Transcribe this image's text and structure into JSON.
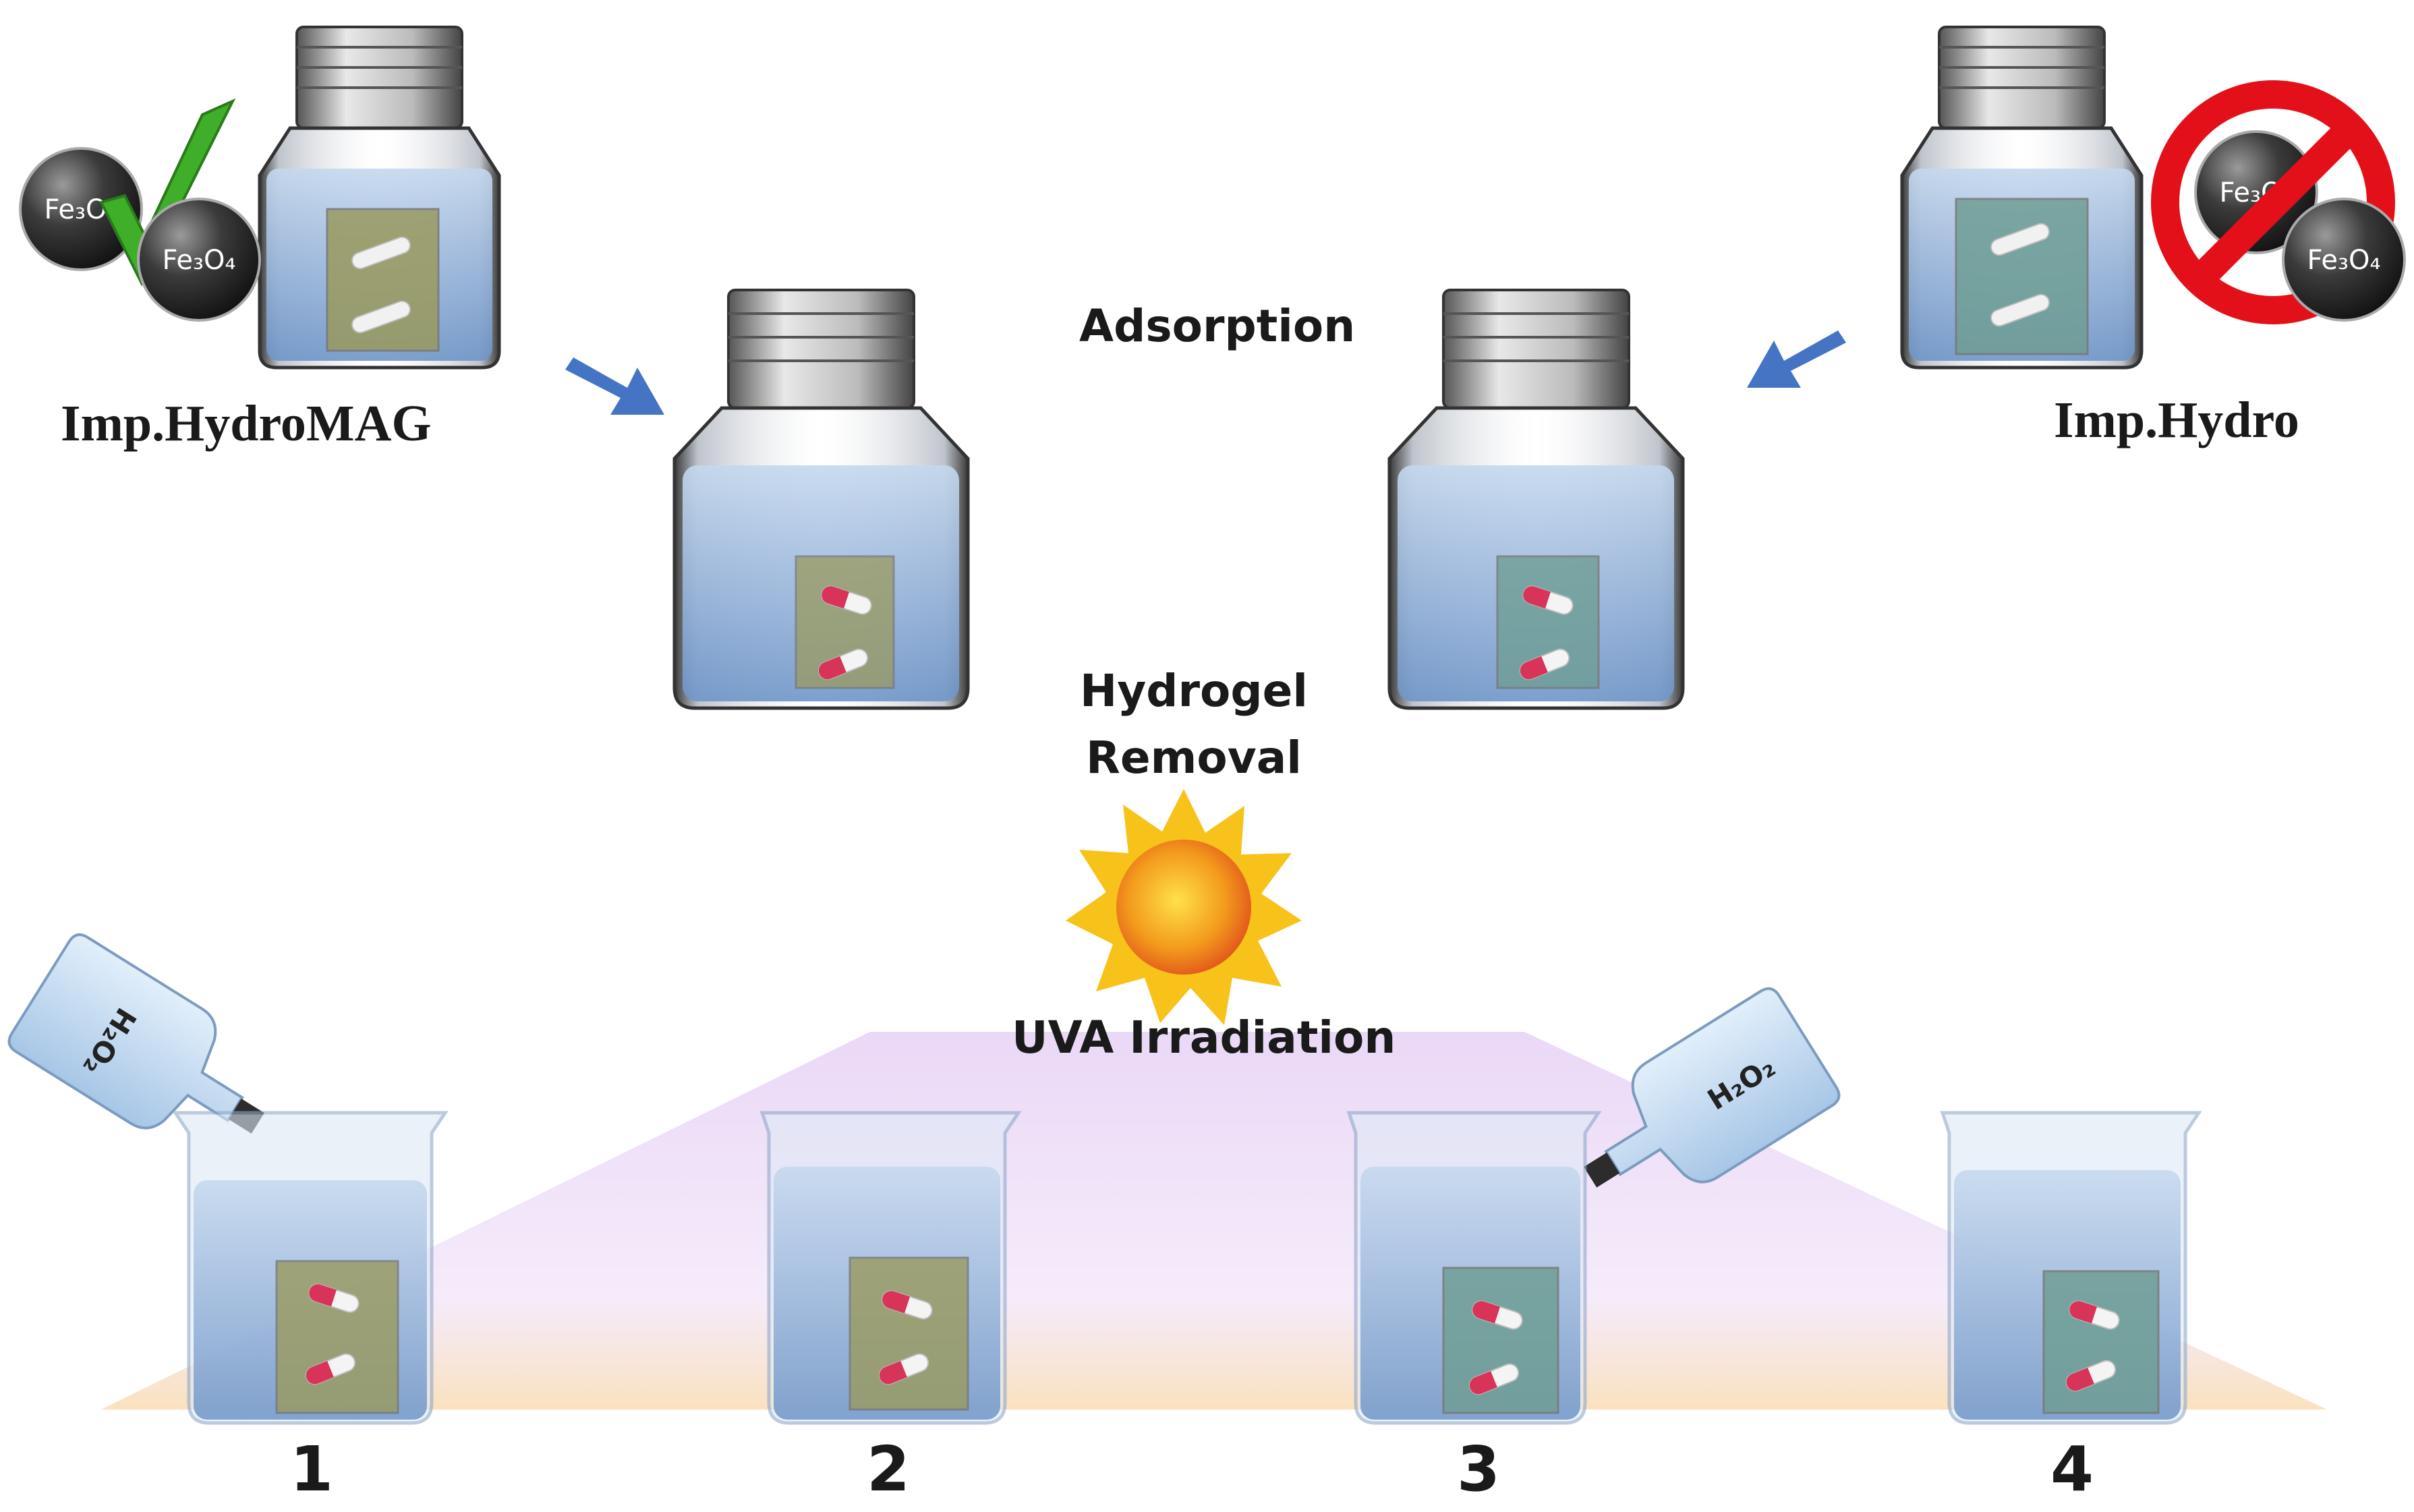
{
  "labels": {
    "left_material": "Imp.HydroMAG",
    "right_material": "Imp.Hydro",
    "step_adsorption": "Adsorption",
    "step_removal_line1": "Hydrogel",
    "step_removal_line2": "Removal",
    "light_source": "UVA Irradiation"
  },
  "reagents": {
    "left_bottle": "H₂O₂",
    "right_bottle": "H₂O₂"
  },
  "particles": {
    "formula": "Fe₃O₄"
  },
  "beakers": [
    "1",
    "2",
    "3",
    "4"
  ],
  "colors": {
    "liquid": "#8fb3dc",
    "hydrogel_mag": "#9a9a5e",
    "hydrogel_plain": "#6f9e95",
    "arrow": "#4574c4",
    "check": "#3fae29",
    "prohibit": "#e3101a",
    "sun": "#f7c21a",
    "uv_glow": "#d8b7f0"
  },
  "icons": [
    "check-icon",
    "prohibit-icon",
    "arrow-icon",
    "sun-icon",
    "capsule-icon"
  ]
}
